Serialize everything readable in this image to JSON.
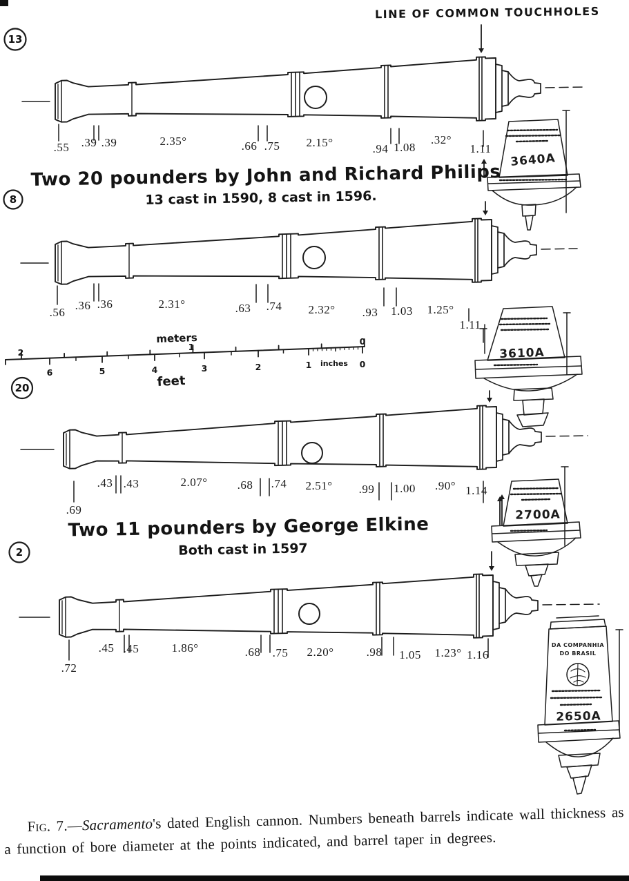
{
  "figure": {
    "touchhole_header": "LINE OF COMMON TOUCHHOLES",
    "groups": [
      {
        "title": "Two 20 pounders by John and Richard Philips",
        "subtitle": "13 cast in 1590, 8 cast in 1596."
      },
      {
        "title": "Two 11 pounders by George Elkine",
        "subtitle": "Both cast in 1597"
      }
    ],
    "cannons": [
      {
        "catalog_no": "13",
        "measurements": [
          ".55",
          ".39",
          ".39",
          "2.35°",
          ".66",
          ".75",
          "2.15°",
          ".94",
          "1.08",
          ".32°",
          "1.11"
        ]
      },
      {
        "catalog_no": "8",
        "measurements": [
          ".56",
          ".36",
          ".36",
          "2.31°",
          ".63",
          ".74",
          "2.32°",
          ".93",
          "1.03",
          "1.25°",
          "1.11"
        ]
      },
      {
        "catalog_no": "20",
        "measurements": [
          ".69",
          ".43",
          ".43",
          "2.07°",
          ".68",
          ".74",
          "2.51°",
          ".99",
          "1.00",
          ".90°",
          "1.14"
        ]
      },
      {
        "catalog_no": "2",
        "measurements": [
          ".72",
          ".45",
          ".45",
          "1.86°",
          ".68",
          ".75",
          "2.20°",
          ".98",
          "1.05",
          "1.23°",
          "1.16"
        ]
      }
    ],
    "cascabel_details": [
      {
        "label": "3640A"
      },
      {
        "label": "3610A"
      },
      {
        "label": "2700A"
      },
      {
        "label": "2650A",
        "inscription_line1": "DA COMPANHIA",
        "inscription_line2": "DO BRASIL"
      }
    ],
    "scale_bar": {
      "meters_label": "meters",
      "feet_label": "feet",
      "inches_label": "inches",
      "meters_ticks": [
        "2",
        "1",
        "0"
      ],
      "feet_ticks": [
        "6",
        "5",
        "4",
        "3",
        "2",
        "1",
        "0"
      ]
    },
    "caption": {
      "fig_label": "Fig. 7.—",
      "ship_name": "Sacramento",
      "text": "'s dated English cannon. Numbers beneath barrels indicate wall thickness as a function of bore diameter at the points indicated, and barrel taper in degrees."
    }
  }
}
